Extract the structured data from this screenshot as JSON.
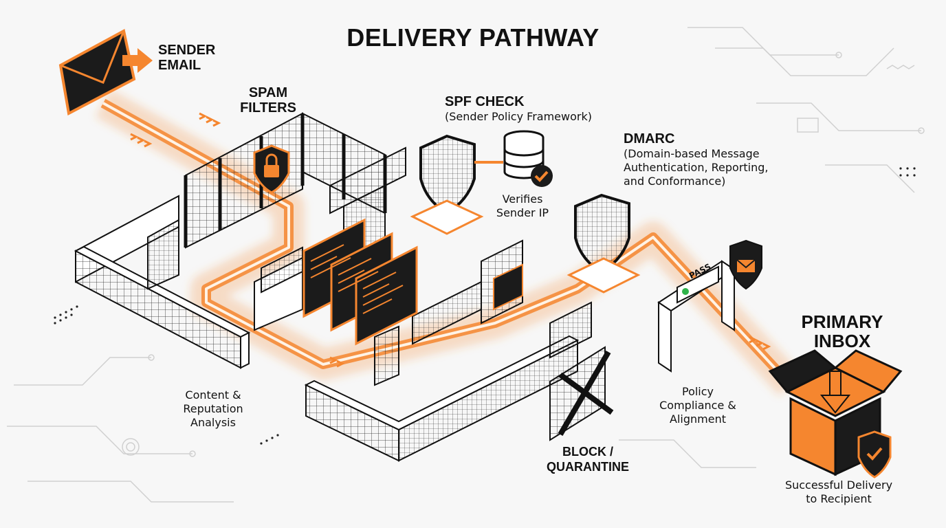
{
  "title": "DELIVERY PATHWAY",
  "colors": {
    "accent": "#f5862f",
    "ink": "#111111",
    "pass_green": "#2fb34a"
  },
  "nodes": {
    "sender": {
      "label_line1": "SENDER",
      "label_line2": "EMAIL",
      "icon": "envelope-icon"
    },
    "spam_filters": {
      "label_line1": "SPAM",
      "label_line2": "FILTERS",
      "icon": "lock-shield-icon",
      "caption_line1": "Content &",
      "caption_line2": "Reputation",
      "caption_line3": "Analysis"
    },
    "spf": {
      "label": "SPF CHECK",
      "sublabel": "(Sender Policy Framework)",
      "icon": "database-check-icon",
      "caption_line1": "Verifies",
      "caption_line2": "Sender IP"
    },
    "dmarc": {
      "label": "DMARC",
      "sub_line1": "(Domain-based Message",
      "sub_line2": "Authentication, Reporting,",
      "sub_line3": "and Conformance)",
      "caption_line1": "Policy",
      "caption_line2": "Compliance &",
      "caption_line3": "Alignment"
    },
    "pass_gate": {
      "sign": "PASS"
    },
    "block": {
      "label_line1": "BLOCK /",
      "label_line2": "QUARANTINE",
      "icon": "x-icon"
    },
    "inbox": {
      "label_line1": "PRIMARY",
      "label_line2": "INBOX",
      "icon": "open-box-icon",
      "caption_line1": "Successful Delivery",
      "caption_line2": "to Recipient"
    }
  }
}
